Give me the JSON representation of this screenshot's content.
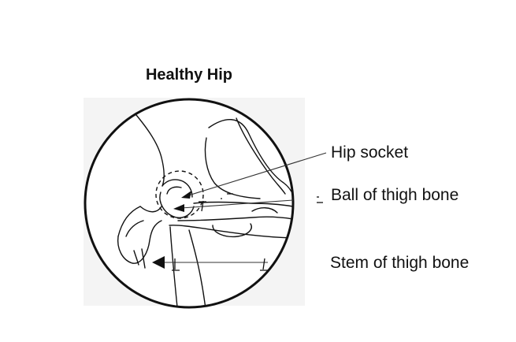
{
  "diagram": {
    "title": "Healthy Hip",
    "labels": {
      "hip_socket": "Hip socket",
      "ball": "Ball of thigh bone",
      "stem": "Stem of thigh bone"
    }
  },
  "colors": {
    "ink": "#111111",
    "panel": "#f4f4f4",
    "background": "#ffffff"
  }
}
